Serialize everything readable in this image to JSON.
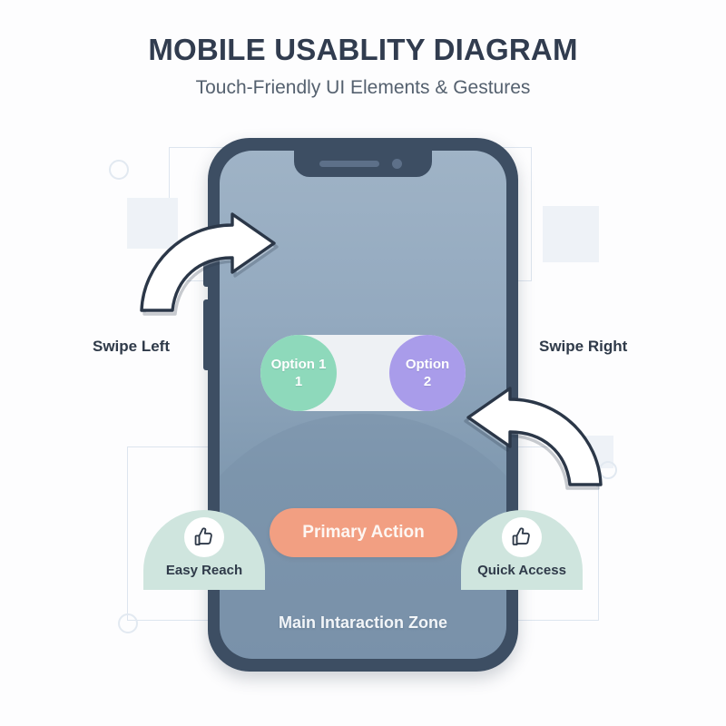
{
  "header": {
    "title": "MOBILE USABLITY DIAGRAM",
    "subtitle": "Touch-Friendly UI Elements & Gestures"
  },
  "phone": {
    "notch": {
      "speaker_icon": "speaker-grille",
      "camera_icon": "front-camera-dot"
    },
    "segmented_control": {
      "options": [
        {
          "line1": "Option 1",
          "line2": "1",
          "color": "#8ed9bb"
        },
        {
          "line1": "Option",
          "line2": "2",
          "color": "#a99cea"
        }
      ],
      "track_color": "#eef1f4"
    },
    "primary_action": {
      "label": "Primary Action",
      "color": "#f29f82"
    },
    "zone_caption": "Main Intaraction Zone",
    "screen_gradient_top": "#9fb3c6",
    "screen_gradient_bottom": "#7b93ac",
    "frame_color": "#3d4e63"
  },
  "annotations": {
    "swipe_left": "Swipe Left",
    "swipe_right": "Swipe Right",
    "arrow_left_icon": "curved-arrow-right",
    "arrow_right_icon": "curved-arrow-left"
  },
  "reach_zones": [
    {
      "label": "Easy Reach",
      "icon": "thumbs-up-icon",
      "color": "#cfe5de"
    },
    {
      "label": "Quick Access",
      "icon": "thumbs-up-icon",
      "color": "#cfe5de"
    }
  ],
  "colors": {
    "title": "#313c4f",
    "subtitle": "#55616f",
    "mint": "#cfe5de",
    "accent_green": "#8ed9bb",
    "accent_purple": "#a99cea",
    "accent_coral": "#f29f82",
    "background": "#fdfdfe",
    "deco_fill": "#eef2f7",
    "deco_outline": "#dde5ef"
  }
}
